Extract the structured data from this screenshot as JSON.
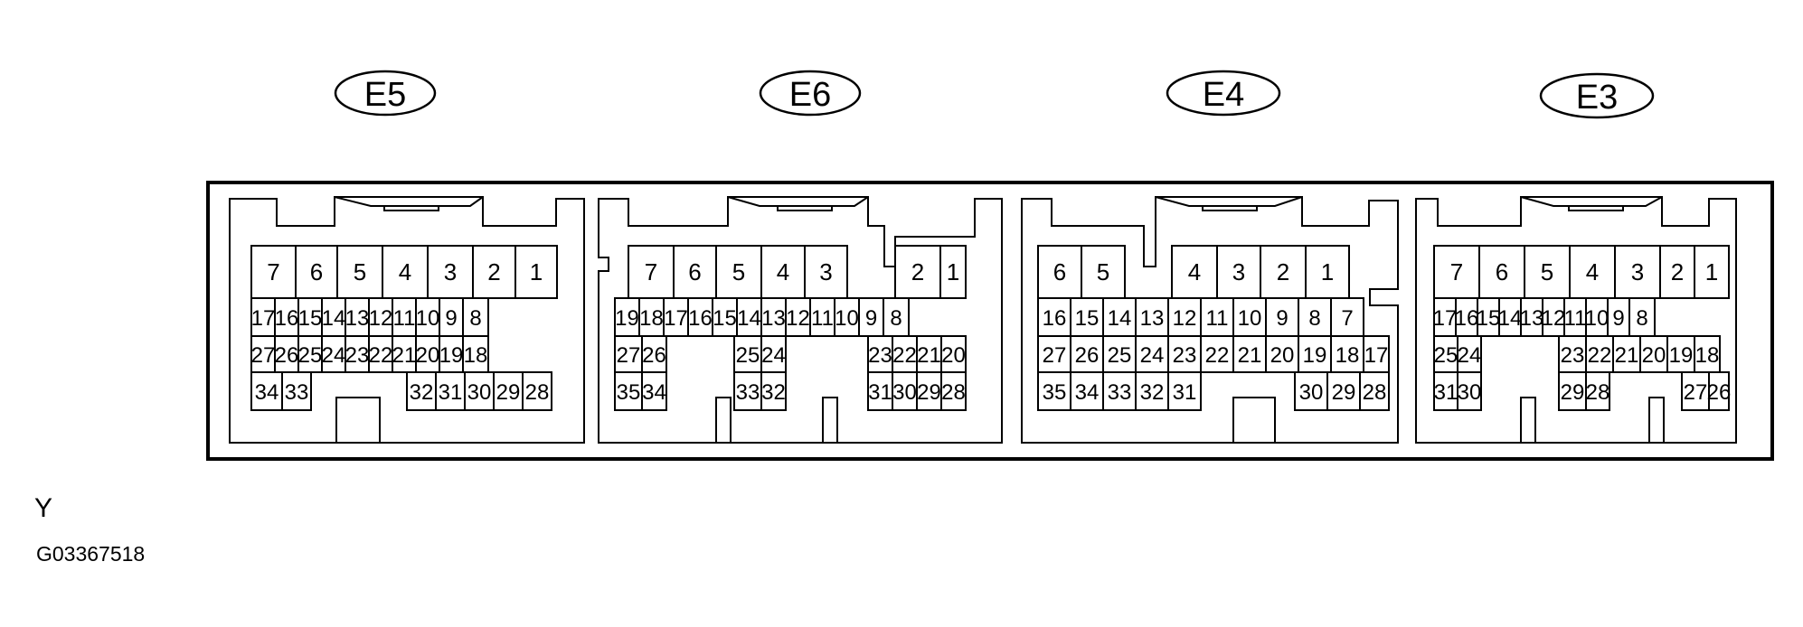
{
  "connectors": [
    {
      "label": "E5",
      "rows": [
        [
          "7",
          "6",
          "5",
          "4",
          "3",
          "2",
          "1"
        ],
        [
          "17",
          "16",
          "15",
          "14",
          "13",
          "12",
          "11",
          "10",
          "9",
          "8"
        ],
        [
          "27",
          "26",
          "25",
          "24",
          "23",
          "22",
          "21",
          "20",
          "19",
          "18"
        ],
        [
          "34",
          "33",
          "32",
          "31",
          "30",
          "29",
          "28"
        ]
      ]
    },
    {
      "label": "E6",
      "rows": [
        [
          "7",
          "6",
          "5",
          "4",
          "3",
          "2",
          "1"
        ],
        [
          "19",
          "18",
          "17",
          "16",
          "15",
          "14",
          "13",
          "12",
          "11",
          "10",
          "9",
          "8"
        ],
        [
          "27",
          "26",
          "25",
          "24",
          "23",
          "22",
          "21",
          "20"
        ],
        [
          "35",
          "34",
          "33",
          "32",
          "31",
          "30",
          "29",
          "28"
        ]
      ]
    },
    {
      "label": "E4",
      "rows": [
        [
          "6",
          "5",
          "4",
          "3",
          "2",
          "1"
        ],
        [
          "16",
          "15",
          "14",
          "13",
          "12",
          "11",
          "10",
          "9",
          "8",
          "7"
        ],
        [
          "27",
          "26",
          "25",
          "24",
          "23",
          "22",
          "21",
          "20",
          "19",
          "18",
          "17"
        ],
        [
          "35",
          "34",
          "33",
          "32",
          "31",
          "30",
          "29",
          "28"
        ]
      ]
    },
    {
      "label": "E3",
      "rows": [
        [
          "7",
          "6",
          "5",
          "4",
          "3",
          "2",
          "1"
        ],
        [
          "17",
          "16",
          "15",
          "14",
          "13",
          "12",
          "11",
          "10",
          "9",
          "8"
        ],
        [
          "25",
          "24",
          "23",
          "22",
          "21",
          "20",
          "19",
          "18"
        ],
        [
          "31",
          "30",
          "29",
          "28",
          "27",
          "26"
        ]
      ]
    }
  ],
  "footer": {
    "marker": "Y",
    "figure_code": "G03367518"
  }
}
